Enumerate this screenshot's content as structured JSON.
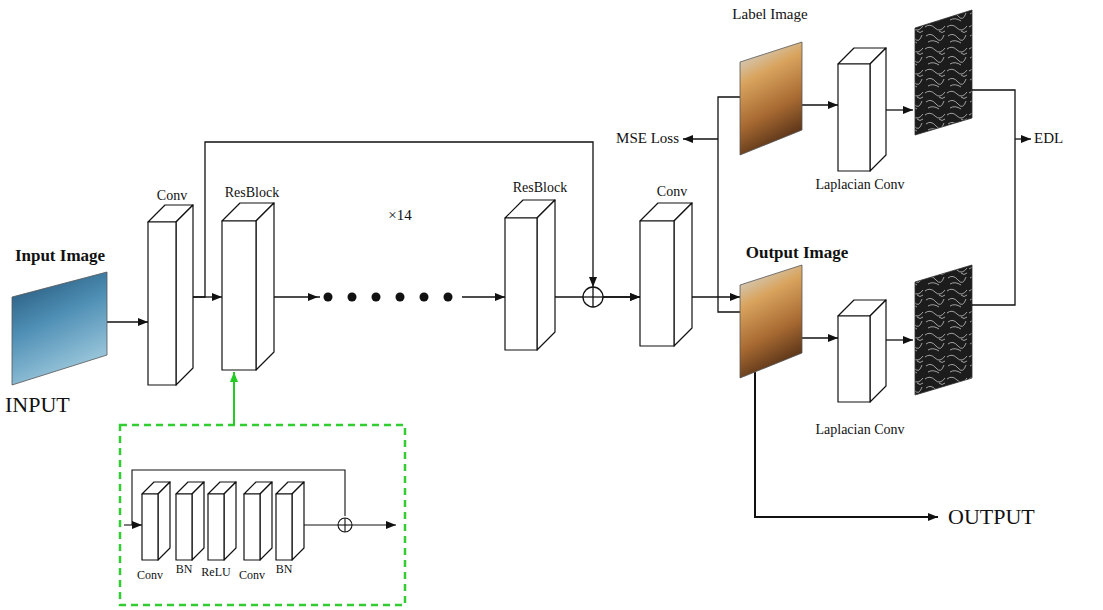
{
  "diagram": {
    "nodes": [
      {
        "text": [
          "Input Image"
        ]
      },
      {
        "text": [
          "Conv"
        ]
      },
      {
        "text": [
          "ResBlock"
        ]
      },
      {
        "text": [
          "ResBlock"
        ]
      },
      {
        "text": [
          "Conv"
        ]
      },
      {
        "text": [
          "Label Image"
        ]
      },
      {
        "text": [
          "Laplacian Conv"
        ]
      },
      {
        "text": [
          "Output Image"
        ]
      },
      {
        "text": [
          "Laplacian Conv"
        ]
      },
      {
        "text": [
          "Conv"
        ]
      },
      {
        "text": [
          "BN"
        ]
      },
      {
        "text": [
          "ReLU"
        ]
      },
      {
        "text": [
          "Conv"
        ]
      },
      {
        "text": [
          "BN"
        ]
      }
    ],
    "edges": [
      {
        "from": 0,
        "to": 1,
        "arrow": "to"
      },
      {
        "from": 1,
        "to": 2,
        "arrow": "to"
      },
      {
        "from": 2,
        "to": 3,
        "arrow": "to"
      },
      {
        "from": 1,
        "to": 4,
        "arrow": "to"
      },
      {
        "from": 3,
        "to": 4,
        "arrow": "to"
      },
      {
        "from": 4,
        "to": 7,
        "arrow": "to"
      },
      {
        "from": 5,
        "to": 6,
        "arrow": "to"
      },
      {
        "from": 7,
        "to": 8,
        "arrow": "to"
      }
    ],
    "labels": [
      "INPUT",
      "×14",
      "MSE Loss",
      "EDL",
      "OUTPUT"
    ]
  }
}
